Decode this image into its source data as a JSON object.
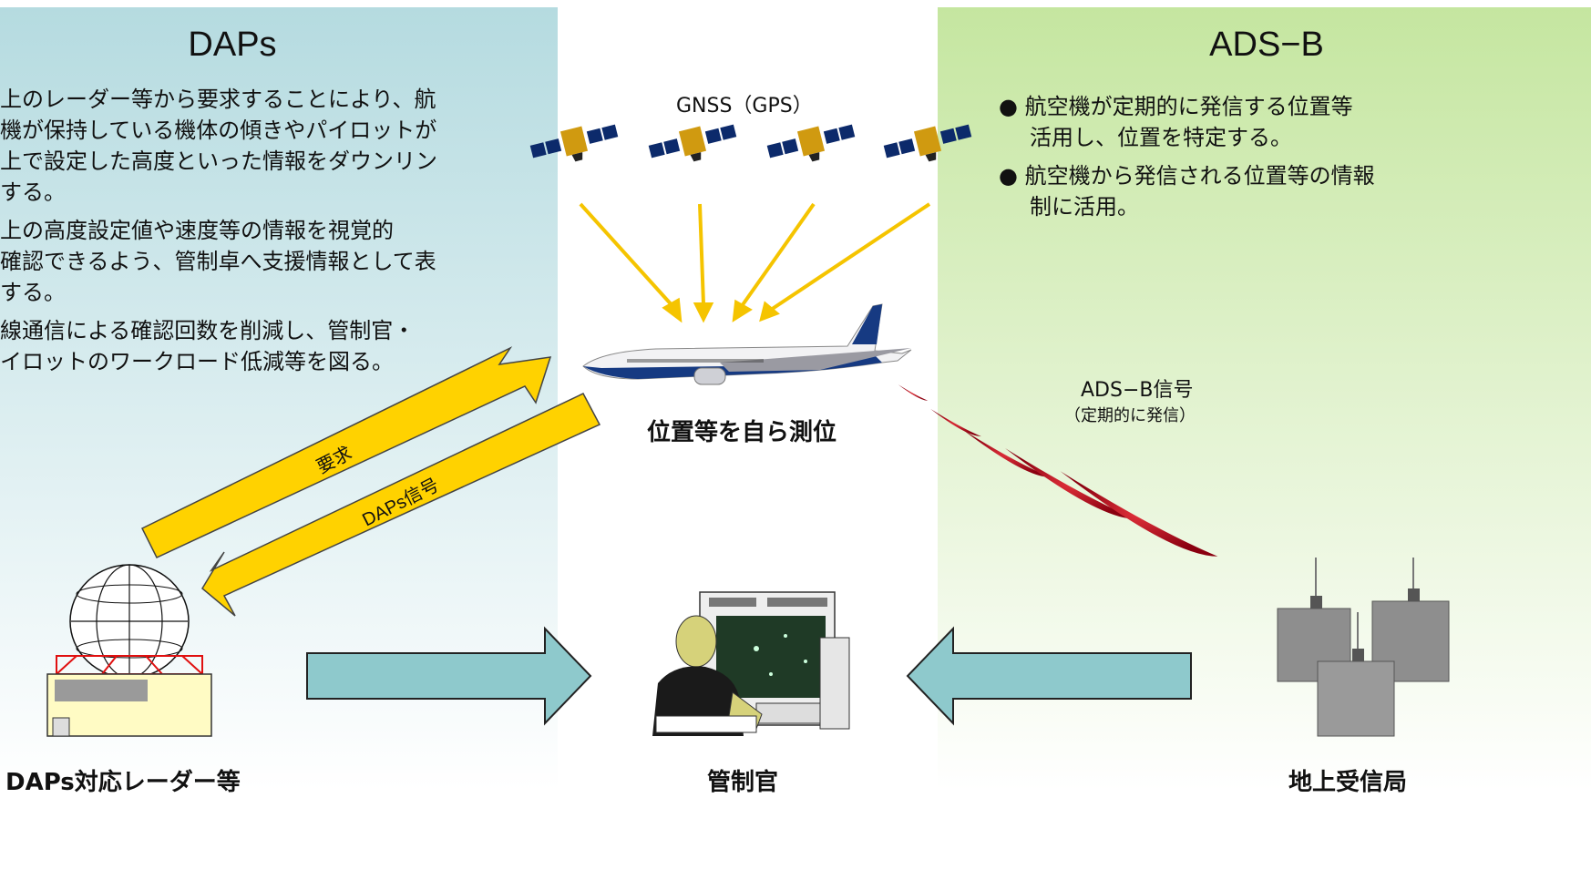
{
  "dap": {
    "title": "DAPs",
    "bullets": [
      "上のレーダー等から要求することにより、航",
      "機が保持している機体の傾きやパイロットが",
      "上で設定した高度といった情報をダウンリン",
      "する。",
      "上の高度設定値や速度等の情報を視覚的",
      "確認できるよう、管制卓へ支援情報として表",
      "する。",
      "線通信による確認回数を削減し、管制官・",
      "イロットのワークロード低減等を図る。"
    ],
    "radar_label": "DAPs対応レーダー等",
    "request_label": "要求",
    "signal_label": "DAPs信号"
  },
  "center": {
    "gnss_label": "GNSS（GPS）",
    "aircraft_label": "位置等を自ら測位",
    "controller_label": "管制官"
  },
  "adsb": {
    "title": "ADS−B",
    "bullets": [
      "● 航空機が定期的に発信する位置等",
      "活用し、位置を特定する。",
      "● 航空機から発信される位置等の情報",
      "制に活用。"
    ],
    "signal_label": "ADS−B信号",
    "signal_sub": "（定期的に発信）",
    "station_label": "地上受信局"
  },
  "colors": {
    "dap_bg_top": "#b5dbe0",
    "adsb_bg_top": "#c7e7a3",
    "yellow_arrow": "#ffd200",
    "teal_arrow": "#8ec9cc",
    "gnss_line": "#f5c400",
    "signal_red": "#b30012"
  },
  "icons": [
    "satellite-icon",
    "aircraft-icon",
    "radar-icon",
    "controller-icon",
    "ground-station-icon"
  ]
}
